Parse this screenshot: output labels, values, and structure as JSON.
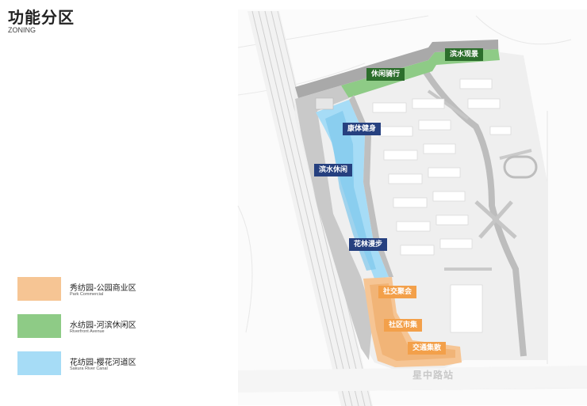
{
  "header": {
    "title": "功能分区",
    "subtitle": "ZONING"
  },
  "legend": [
    {
      "cn": "秀纺园-公园商业区",
      "en": "Park Commercial",
      "color": "#f6c594"
    },
    {
      "cn": "水纺园-河滨休闲区",
      "en": "Riverfront Avenue",
      "color": "#8ecb86"
    },
    {
      "cn": "花纺园-樱花河道区",
      "en": "Sakura River Canal",
      "color": "#a6dcf6"
    }
  ],
  "labels": {
    "riverside_view": "滨水观景",
    "leisure_ride": "休闲骑行",
    "fitness": "康体健身",
    "riverside_leisure": "滨水休闲",
    "flower_walk": "花林漫步",
    "social_gathering": "社交聚会",
    "community_market": "社区市集",
    "transit_gathering": "交通集散"
  },
  "map": {
    "street_name": "星中路站"
  }
}
